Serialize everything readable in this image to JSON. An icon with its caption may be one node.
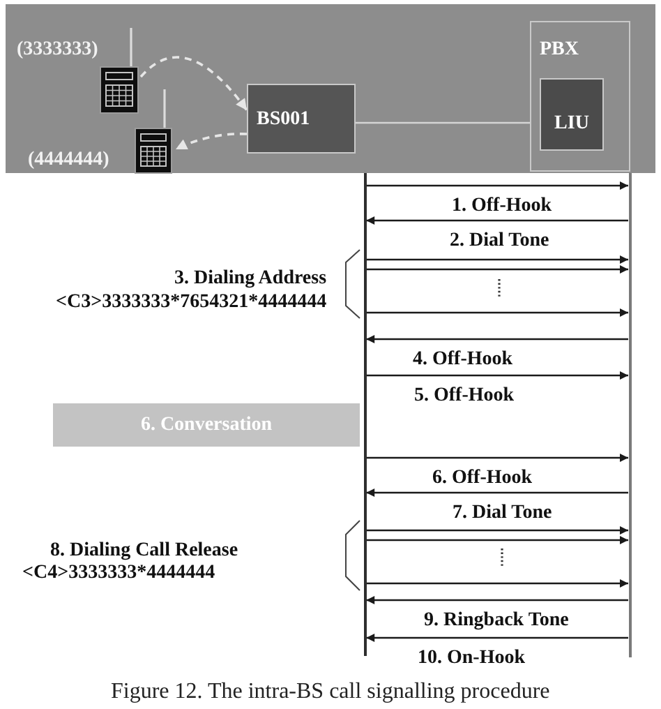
{
  "diagram": {
    "caption": "Figure 12. The intra-BS call signalling procedure",
    "nodes": [
      {
        "text": [],
        "shape": "picture",
        "beside": [
          "(3333333)"
        ]
      },
      {
        "text": [],
        "shape": "picture",
        "beside": [
          "(4444444)"
        ]
      },
      {
        "text": [
          "BS001"
        ]
      },
      {
        "text": [
          "PBX"
        ]
      },
      {
        "text": [
          "LIU"
        ],
        "in": 3
      },
      {
        "text": [],
        "shape": "bar"
      },
      {
        "text": [],
        "shape": "bar"
      },
      {
        "text": [
          "6. Conversation"
        ]
      }
    ],
    "edges": [
      {
        "from": 0,
        "to": 2,
        "arrow": "to",
        "style": "dashed",
        "color": "#e6e6e6"
      },
      {
        "from": 2,
        "to": 1,
        "arrow": "to",
        "style": "dashed",
        "color": "#e6e6e6"
      },
      {
        "from": 2,
        "to": 3,
        "arrow": "none",
        "color": "#d4d4d4"
      },
      {
        "from": 5,
        "to": 6,
        "arrow": "to",
        "label": "1. Off-Hook"
      },
      {
        "from": 6,
        "to": 5,
        "arrow": "to",
        "label": "2. Dial Tone"
      },
      {
        "from": 5,
        "to": 6,
        "arrow": "to"
      },
      {
        "from": 5,
        "to": 6,
        "arrow": "to"
      },
      {
        "from": 5,
        "to": 6,
        "arrow": "to"
      },
      {
        "from": 6,
        "to": 5,
        "arrow": "to",
        "label": "4. Off-Hook"
      },
      {
        "from": 5,
        "to": 6,
        "arrow": "to",
        "label": "5. Off-Hook"
      },
      {
        "from": 5,
        "to": 6,
        "arrow": "to",
        "label": "6. Off-Hook"
      },
      {
        "from": 6,
        "to": 5,
        "arrow": "to",
        "label": "7. Dial Tone"
      },
      {
        "from": 5,
        "to": 6,
        "arrow": "to"
      },
      {
        "from": 5,
        "to": 6,
        "arrow": "to"
      },
      {
        "from": 5,
        "to": 6,
        "arrow": "to"
      },
      {
        "from": 6,
        "to": 5,
        "arrow": "to",
        "label": "9. Ringback Tone"
      },
      {
        "from": 6,
        "to": 5,
        "arrow": "to",
        "label": "10. On-Hook"
      }
    ],
    "labels": [
      "3. Dialing Address",
      "<C3>3333333*7654321*4444444",
      "8. Dialing Call Release",
      "<C4>3333333*4444444"
    ]
  }
}
